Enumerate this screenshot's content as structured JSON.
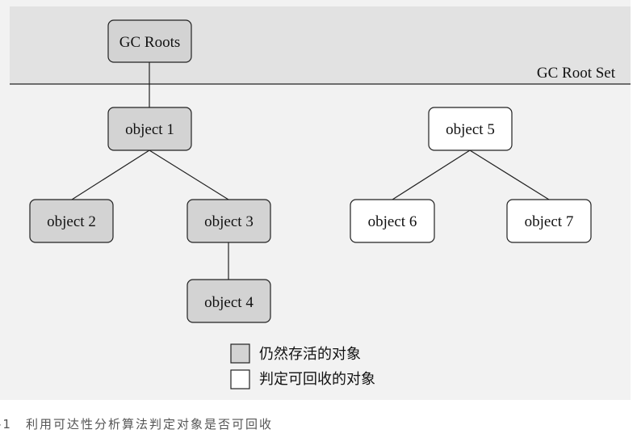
{
  "root_set_label": "GC Root Set",
  "nodes": {
    "gc_roots": "GC Roots",
    "object1": "object 1",
    "object2": "object 2",
    "object3": "object 3",
    "object4": "object 4",
    "object5": "object 5",
    "object6": "object 6",
    "object7": "object 7"
  },
  "legend": {
    "alive": "仍然存活的对象",
    "collectable": "判定可回收的对象"
  },
  "caption": "-1　利用可达性分析算法判定对象是否可回收",
  "colors": {
    "alive_fill": "#d3d3d3",
    "collectable_fill": "#ffffff",
    "root_set_band": "#e2e2e2",
    "panel_background": "#f2f2f2"
  }
}
